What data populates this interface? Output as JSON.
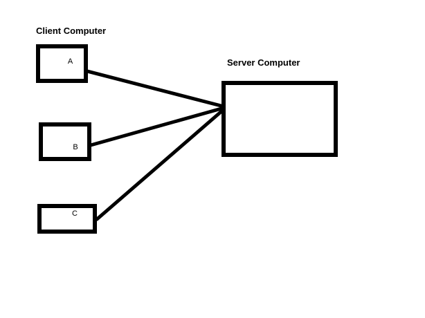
{
  "diagram": {
    "background_color": "#ffffff",
    "line_color": "#000000",
    "client_group": {
      "label": "Client Computer"
    },
    "server": {
      "label": "Server Computer"
    },
    "clients": [
      {
        "id": "A",
        "label": "A"
      },
      {
        "id": "B",
        "label": "B"
      },
      {
        "id": "C",
        "label": "C"
      }
    ],
    "connections": [
      {
        "from": "A",
        "to": "Server Computer"
      },
      {
        "from": "B",
        "to": "Server Computer"
      },
      {
        "from": "C",
        "to": "Server Computer"
      }
    ]
  }
}
